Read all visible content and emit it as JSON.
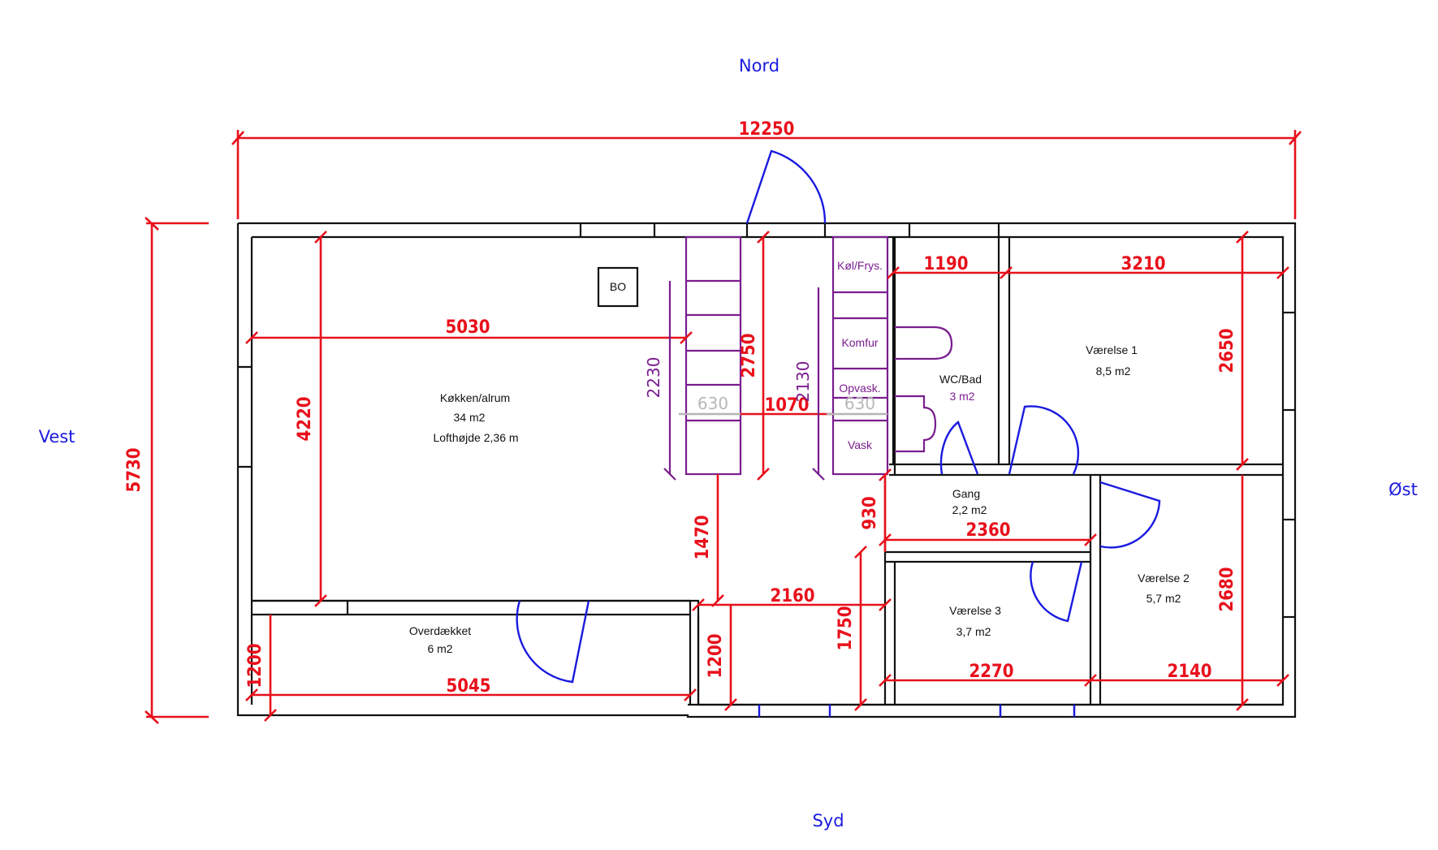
{
  "compass": {
    "north": "Nord",
    "south": "Syd",
    "west": "Vest",
    "east": "Øst"
  },
  "rooms": {
    "kitchen": {
      "name": "Køkken/alrum",
      "area": "34 m2",
      "ceiling": "Lofthøjde 2,36 m"
    },
    "wc": {
      "name": "WC/Bad",
      "area": "3 m2"
    },
    "room1": {
      "name": "Værelse 1",
      "area": "8,5 m2"
    },
    "room2": {
      "name": "Værelse 2",
      "area": "5,7 m2"
    },
    "room3": {
      "name": "Værelse 3",
      "area": "3,7 m2"
    },
    "hall": {
      "name": "Gang",
      "area": "2,2 m2"
    },
    "covered": {
      "name": "Overdækket",
      "area": "6 m2"
    },
    "boiler": "BO"
  },
  "kitchen_units": {
    "fridge": "Køl/Frys.",
    "stove": "Komfur",
    "dishwasher": "Opvask.",
    "sink": "Vask"
  },
  "dimensions": {
    "total_width": "12250",
    "total_depth": "5730",
    "kitchen_width": "5030",
    "kitchen_depth": "4220",
    "counter_length": "2230",
    "opening_depth": "2750",
    "kitchen_gap": "1070",
    "counter2_length": "2130",
    "counter_depth_left": "630",
    "counter_depth_right": "630",
    "wc_width": "1190",
    "room1_width": "3210",
    "room1_depth": "2650",
    "hall_depth": "930",
    "hall_width": "2360",
    "passage_depth": "1470",
    "entry_width": "2160",
    "entry_depth": "1200",
    "room3_depth": "1750",
    "room3_width": "2270",
    "room2_width": "2140",
    "room2_depth": "2680",
    "covered_depth": "1200",
    "covered_width": "5045"
  }
}
